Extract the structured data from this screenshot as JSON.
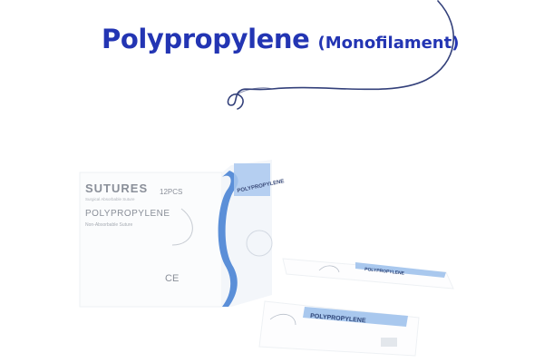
{
  "headline": {
    "title": "Polypropylene",
    "subtitle": "(Monofilament)"
  },
  "colors": {
    "headline": "#2335b3",
    "suture_thread": "#33407a",
    "box_blue": "#5b8fd8",
    "box_light_blue": "#a9c8ee",
    "box_text_gray": "#8a8f99"
  },
  "box_front": {
    "brand": "SUTURES",
    "brand_tagline": "Surgical Absorbable Suture",
    "product": "POLYPROPYLENE",
    "product_note": "Non-Absorbable Suture",
    "count": "12PCS",
    "ce_mark": "CE"
  },
  "box_side": {
    "label": "POLYPROPYLENE"
  },
  "sachets": [
    {
      "label": "POLYPROPYLENE"
    },
    {
      "label": "POLYPROPYLENE"
    }
  ]
}
